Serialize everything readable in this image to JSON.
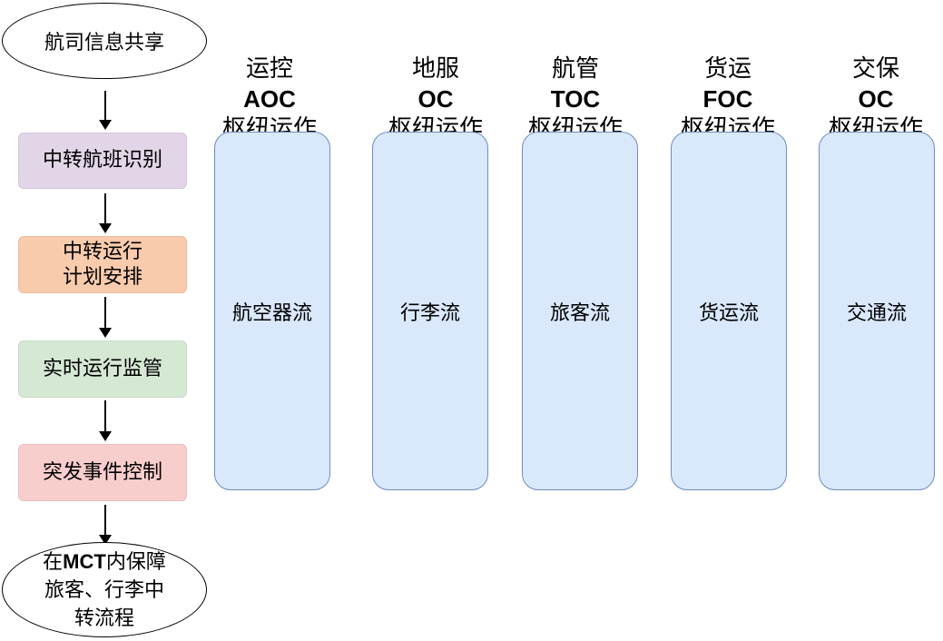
{
  "start": {
    "label": "航司信息共享"
  },
  "steps": [
    {
      "line1": "中转航班识别",
      "line2": ""
    },
    {
      "line1": "中转运行",
      "line2": "计划安排"
    },
    {
      "line1": "实时运行监管",
      "line2": ""
    },
    {
      "line1": "突发事件控制",
      "line2": ""
    }
  ],
  "end": {
    "line1_pre": "在",
    "line1_bold": "MCT",
    "line1_post": "内保障",
    "line2": "旅客、行李中",
    "line3": "转流程"
  },
  "columns": [
    {
      "title_cn": "运控",
      "title_en": "AOC",
      "subtitle": "枢纽运作",
      "lane": "航空器流"
    },
    {
      "title_cn": "地服",
      "title_en": "OC",
      "subtitle": "枢纽运作",
      "lane": "行李流"
    },
    {
      "title_cn": "航管",
      "title_en": "TOC",
      "subtitle": "枢纽运作",
      "lane": "旅客流"
    },
    {
      "title_cn": "货运",
      "title_en": "FOC",
      "subtitle": "枢纽运作",
      "lane": "货运流"
    },
    {
      "title_cn": "交保",
      "title_en": "OC",
      "subtitle": "枢纽运作",
      "lane": "交通流"
    }
  ]
}
